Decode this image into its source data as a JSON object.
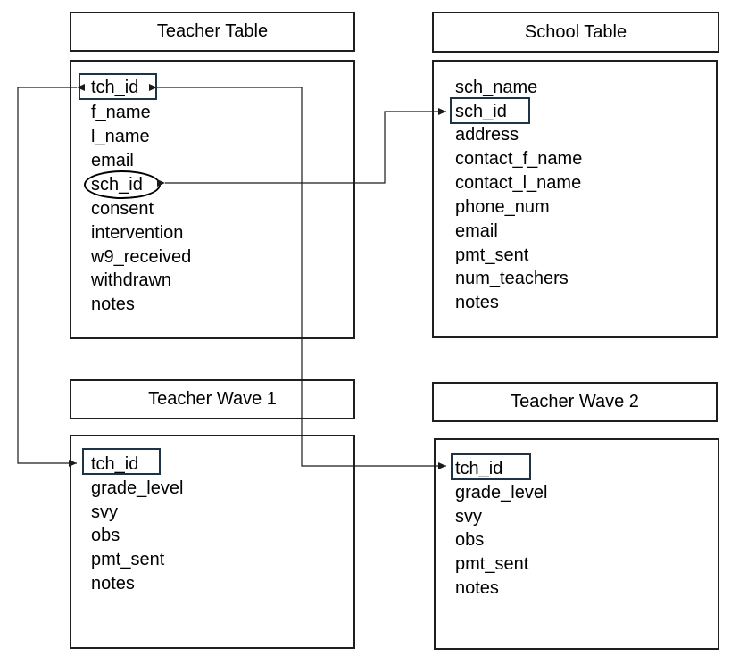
{
  "tables": {
    "teacher": {
      "title": "Teacher Table",
      "fields": [
        "tch_id",
        "f_name",
        "l_name",
        "email",
        "sch_id",
        "consent",
        "intervention",
        "w9_received",
        "withdrawn",
        "notes"
      ]
    },
    "school": {
      "title": "School Table",
      "fields": [
        "sch_name",
        "sch_id",
        "address",
        "contact_f_name",
        "contact_l_name",
        "phone_num",
        "email",
        "pmt_sent",
        "num_teachers",
        "notes"
      ]
    },
    "wave1": {
      "title": "Teacher Wave 1",
      "fields": [
        "tch_id",
        "grade_level",
        "svy",
        "obs",
        "pmt_sent",
        "notes"
      ]
    },
    "wave2": {
      "title": "Teacher Wave 2",
      "fields": [
        "tch_id",
        "grade_level",
        "svy",
        "obs",
        "pmt_sent",
        "notes"
      ]
    }
  },
  "colors": {
    "box_border": "#1f1f1f",
    "key_border": "#1f3347",
    "connector": "#1a1a1a"
  }
}
